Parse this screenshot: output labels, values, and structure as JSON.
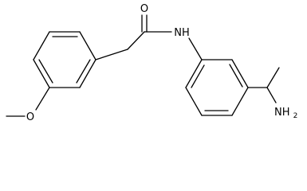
{
  "molecule": {
    "atoms": {
      "carbonyl_oxygen": "O",
      "amide_nitrogen": "NH",
      "methoxy_oxygen": "O",
      "amine_group": {
        "main": "NH",
        "subscript": "2"
      }
    }
  },
  "colors": {
    "bond": "#000000",
    "label": "#000000",
    "background": "#ffffff"
  }
}
